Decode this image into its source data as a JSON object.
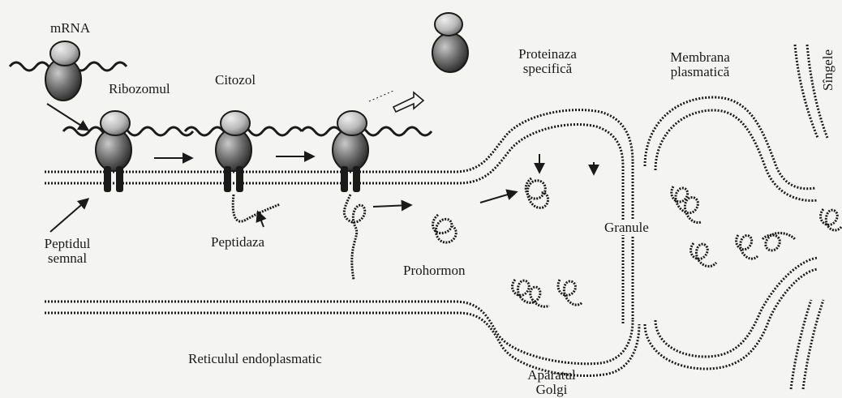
{
  "labels": {
    "mrna": "mRNA",
    "ribozomul": "Ribozomul",
    "citozol": "Citozol",
    "proteinaza_line1": "Proteinaza",
    "proteinaza_line2": "specifică",
    "membrana_line1": "Membrana",
    "membrana_line2": "plasmatică",
    "sangele": "Sîngele",
    "peptidul_line1": "Peptidul",
    "peptidul_line2": "semnal",
    "peptidaza": "Peptidaza",
    "prohormon": "Prohormon",
    "granule": "Granule",
    "reticulul": "Reticulul endoplasmatic",
    "golgi_line1": "Aparatul",
    "golgi_line2": "Golgi"
  },
  "colors": {
    "ink": "#1a1a1a",
    "ribosome_large": "#6d6d6d",
    "ribosome_small": "#b9b9b9",
    "background": "#f4f4f2"
  }
}
